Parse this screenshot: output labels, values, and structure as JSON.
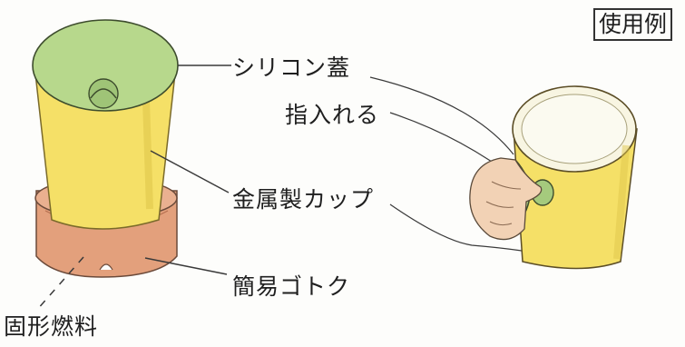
{
  "badge": "使用例",
  "labels": {
    "silicone_lid": "シリコン蓋",
    "finger_insert": "指入れる",
    "metal_cup": "金属製カップ",
    "simple_stove": "簡易ゴトク",
    "solid_fuel": "固形燃料"
  },
  "colors": {
    "cup": "#f3df63",
    "lid": "#b9d98a",
    "stove": "#e5a37e",
    "skin": "#f2d2b5"
  }
}
